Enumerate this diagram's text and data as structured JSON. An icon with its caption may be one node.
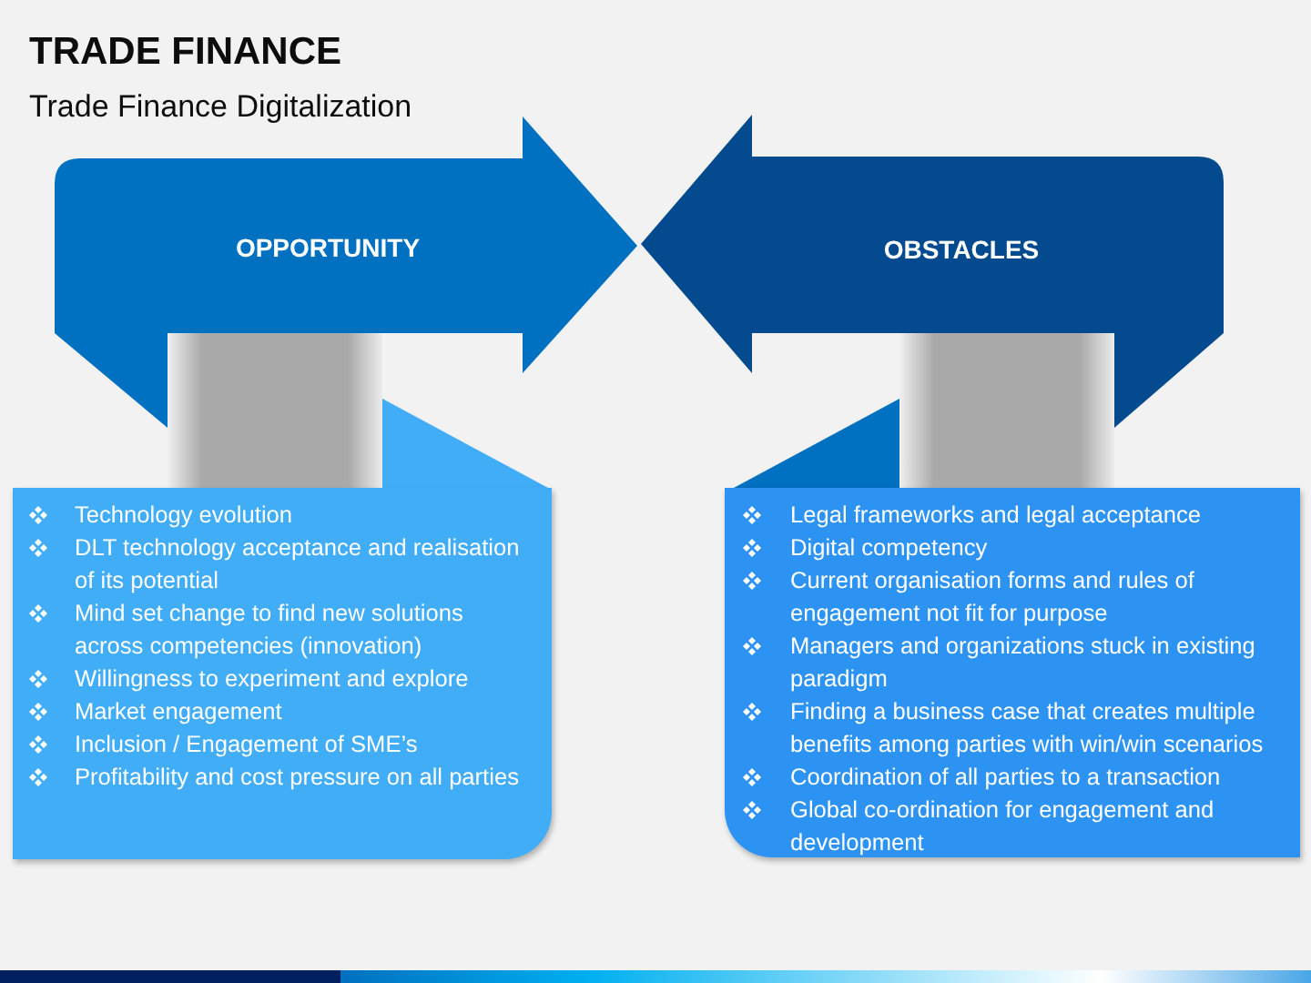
{
  "diagram": {
    "title": "TRADE FINANCE",
    "nodes": [
      {
        "text": [
          "OPPORTUNITY"
        ]
      },
      {
        "text": [
          "OBSTACLES"
        ]
      },
      {
        "text": [
          "Technology evolution",
          "DLT technology acceptance and realisation of its potential",
          "Mind set change to find new solutions across competencies (innovation)",
          "Willingness to experiment and explore",
          "Market engagement",
          "Inclusion / Engagement of SME’s",
          "Profitability and cost pressure on all parties"
        ]
      },
      {
        "text": [
          "Legal frameworks and legal acceptance",
          "Digital competency",
          "Current organisation forms and rules of engagement not fit for purpose",
          "Managers and organizations stuck in existing paradigm",
          "Finding a business case that creates multiple benefits among parties with win/win scenarios",
          "Coordination of all parties to a transaction",
          "Global co-ordination for engagement and development"
        ]
      }
    ],
    "labels": [
      "Trade Finance Digitalization"
    ]
  }
}
